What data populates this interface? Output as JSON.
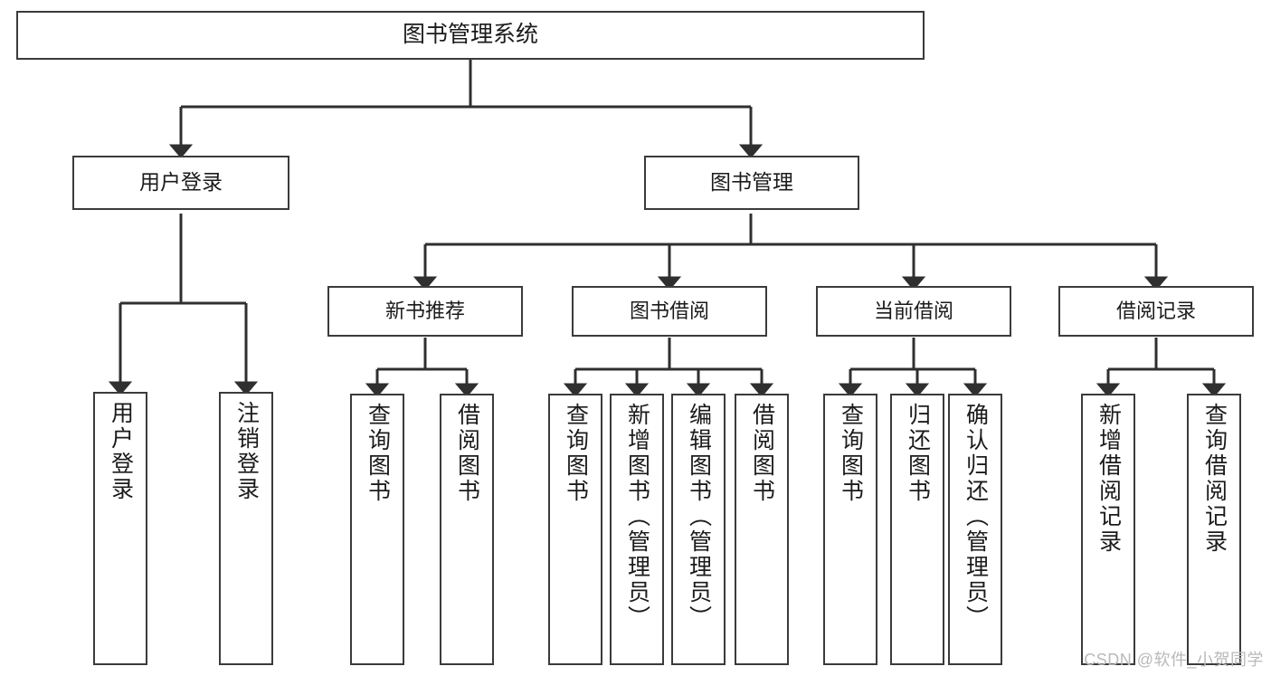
{
  "diagram": {
    "title": "图书管理系统",
    "type": "tree-hierarchy-chart",
    "colors": {
      "box_border": "#3b3b3b",
      "box_fill": "#ffffff",
      "connector": "#2f2f2f",
      "text": "#1b1b1b",
      "watermark": "#b9b9b9",
      "background": "#ffffff"
    },
    "root": {
      "label": "图书管理系统"
    },
    "level1": [
      {
        "label": "用户登录"
      },
      {
        "label": "图书管理"
      }
    ],
    "level2": [
      {
        "label": "新书推荐"
      },
      {
        "label": "图书借阅"
      },
      {
        "label": "当前借阅"
      },
      {
        "label": "借阅记录"
      }
    ],
    "leaves": {
      "user_login": [
        {
          "label": "用户登录"
        },
        {
          "label": "注销登录"
        }
      ],
      "new_book_recommend": [
        {
          "label": "查询图书"
        },
        {
          "label": "借阅图书"
        }
      ],
      "book_borrow": [
        {
          "label": "查询图书"
        },
        {
          "label": "新增图书（管理员）"
        },
        {
          "label": "编辑图书（管理员）"
        },
        {
          "label": "借阅图书"
        }
      ],
      "current_borrow": [
        {
          "label": "查询图书"
        },
        {
          "label": "归还图书"
        },
        {
          "label": "确认归还（管理员）"
        }
      ],
      "borrow_records": [
        {
          "label": "新增借阅记录"
        },
        {
          "label": "查询借阅记录"
        }
      ]
    }
  },
  "watermark": {
    "text": "CSDN @软件_小贺同学"
  }
}
